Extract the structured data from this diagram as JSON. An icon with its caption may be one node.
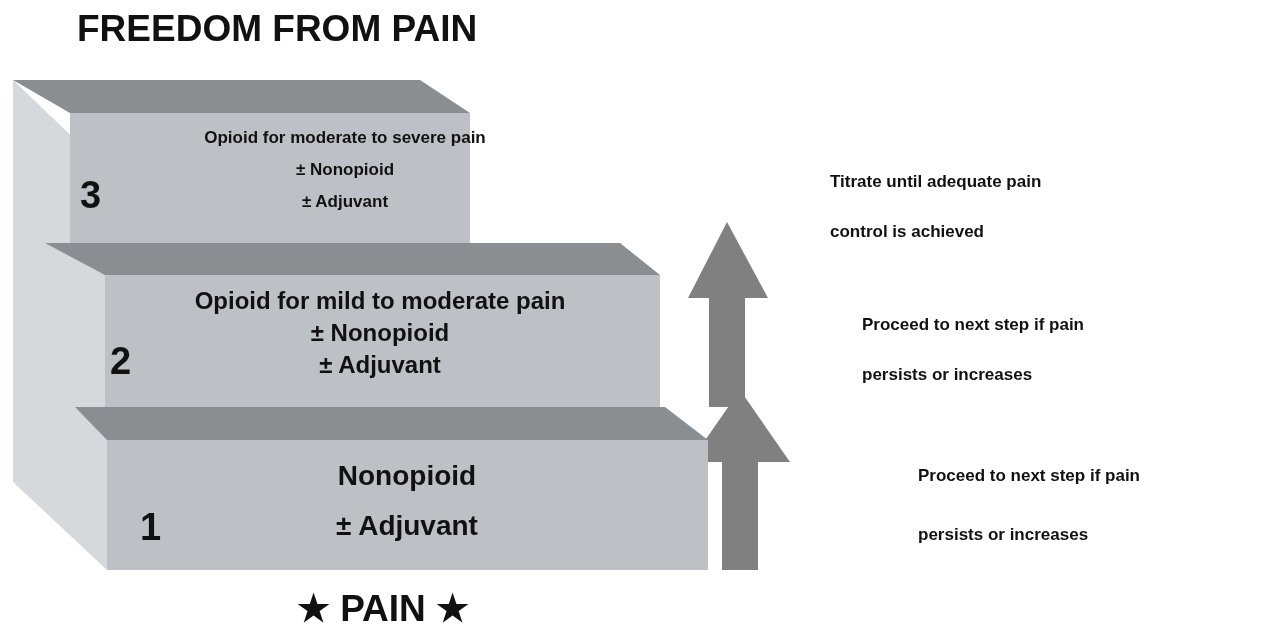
{
  "diagram": {
    "title": "FREEDOM FROM PAIN",
    "nodes": [
      {
        "text": [
          "3",
          "Opioid for moderate to severe pain",
          "± Nonopioid",
          "± Adjuvant"
        ]
      },
      {
        "text": [
          "2",
          "Opioid for mild to moderate pain",
          "± Nonopioid",
          "± Adjuvant"
        ]
      },
      {
        "text": [
          "1",
          "Nonopioid",
          "± Adjuvant"
        ]
      }
    ],
    "labels": [
      "Titrate until adequate pain control is achieved",
      "Proceed to next step if pain persists or increases",
      "Proceed to next step if pain persists or increases",
      "★ PAIN ★"
    ]
  }
}
